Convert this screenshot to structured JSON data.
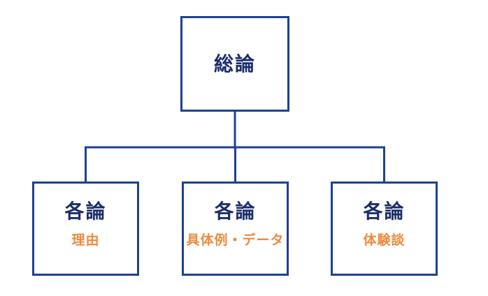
{
  "diagram": {
    "type": "tree",
    "description": "essay structure diagram: one general-statement box branching to three supporting-detail boxes",
    "root": {
      "id": "soron",
      "label": "総論"
    },
    "children": [
      {
        "id": "kakuron-reason",
        "label": "各論",
        "sublabel": "理由"
      },
      {
        "id": "kakuron-examples",
        "label": "各論",
        "sublabel": "具体例・データ"
      },
      {
        "id": "kakuron-story",
        "label": "各論",
        "sublabel": "体験談"
      }
    ],
    "colors": {
      "line_navy": "#1e4191",
      "text_navy": "#1b2e6b",
      "accent_orange": "#ee8a3f",
      "background": "#ffffff"
    }
  }
}
